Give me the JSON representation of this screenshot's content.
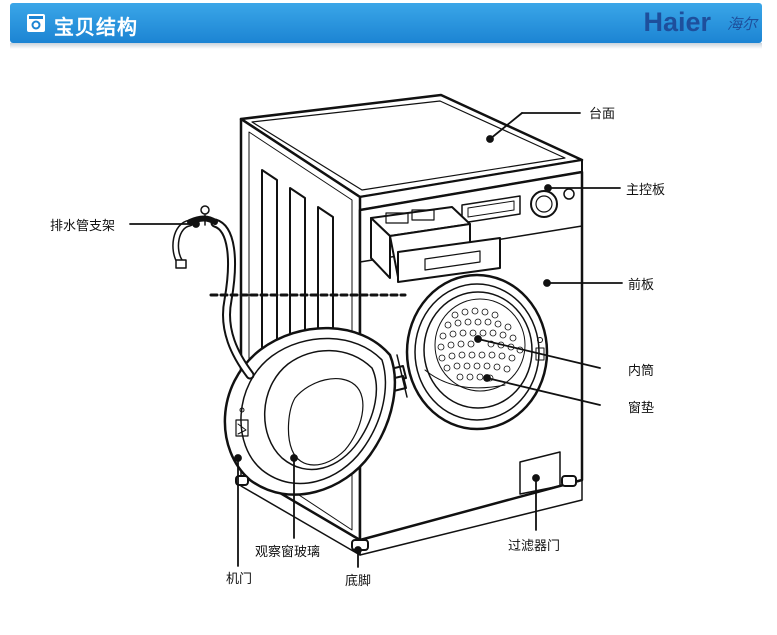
{
  "header": {
    "title": "宝贝结构",
    "brand_en": "Haier",
    "brand_cn": "海尔",
    "icon": "washing-machine-icon",
    "background": "#1c84d3"
  },
  "diagram": {
    "labels": {
      "countertop": "台面",
      "control_panel": "主控板",
      "drain_hose_bracket": "排水管支架",
      "front_panel": "前板",
      "inner_drum": "内筒",
      "window_gasket": "窗垫",
      "door": "机门",
      "viewing_glass": "观察窗玻璃",
      "base_foot": "底脚",
      "filter_door": "过滤器门"
    }
  }
}
